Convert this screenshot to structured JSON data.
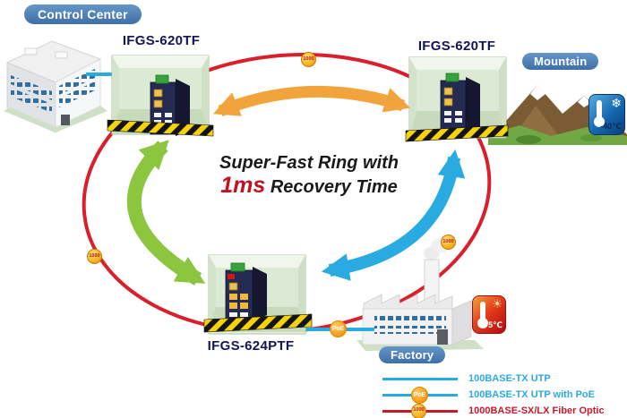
{
  "pills": {
    "control_center": "Control Center",
    "mountain": "Mountain",
    "factory": "Factory"
  },
  "switches": {
    "left": "IFGS-620TF",
    "right": "IFGS-620TF",
    "bottom": "IFGS-624PTF"
  },
  "title": {
    "line1": "Super-Fast Ring with",
    "highlight": "1ms",
    "line2_rest": " Recovery Time"
  },
  "badges": {
    "fiber": "1000",
    "poe": "PoE"
  },
  "temperature": {
    "cold": "-40℃",
    "hot": "75℃"
  },
  "legend": {
    "items": [
      {
        "label": "100BASE-TX UTP",
        "color": "#29ABE2"
      },
      {
        "label": "100BASE-TX UTP with PoE",
        "color": "#29ABE2"
      },
      {
        "label": "1000BASE-SX/LX Fiber Optic",
        "color": "#C8192B"
      }
    ]
  },
  "colors": {
    "fiber_ring": "#D91F2B",
    "utp_line": "#29ABE2",
    "arrow_orange": "#F2A43C",
    "arrow_green": "#8CC63F",
    "arrow_blue": "#29ABE2",
    "pill_blue": "#4A7DB6",
    "switch_label": "#14145A",
    "highlight_red": "#C0121F"
  }
}
